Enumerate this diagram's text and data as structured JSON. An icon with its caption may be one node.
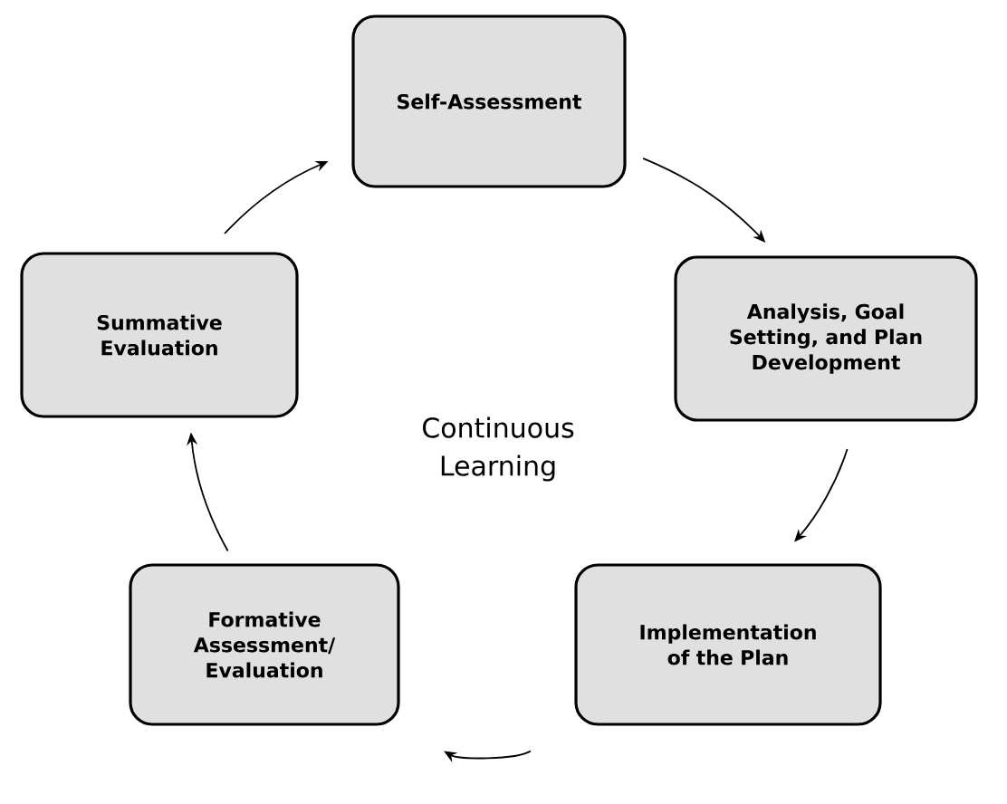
{
  "diagram": {
    "nodes": [
      {
        "text": [
          "Self-Assessment"
        ]
      },
      {
        "text": [
          "Analysis, Goal Setting, and Plan Development"
        ]
      },
      {
        "text": [
          "Implementation of the Plan"
        ]
      },
      {
        "text": [
          "Formative Assessment/ Evaluation"
        ]
      },
      {
        "text": [
          "Summative Evaluation"
        ]
      }
    ],
    "edges": [
      {
        "from": 0,
        "to": 1,
        "arrow": "to"
      },
      {
        "from": 1,
        "to": 2,
        "arrow": "to"
      },
      {
        "from": 2,
        "to": 3,
        "arrow": "to"
      },
      {
        "from": 3,
        "to": 4,
        "arrow": "to"
      },
      {
        "from": 4,
        "to": 0,
        "arrow": "to"
      }
    ],
    "labels": [
      "Continuous Learning"
    ]
  }
}
